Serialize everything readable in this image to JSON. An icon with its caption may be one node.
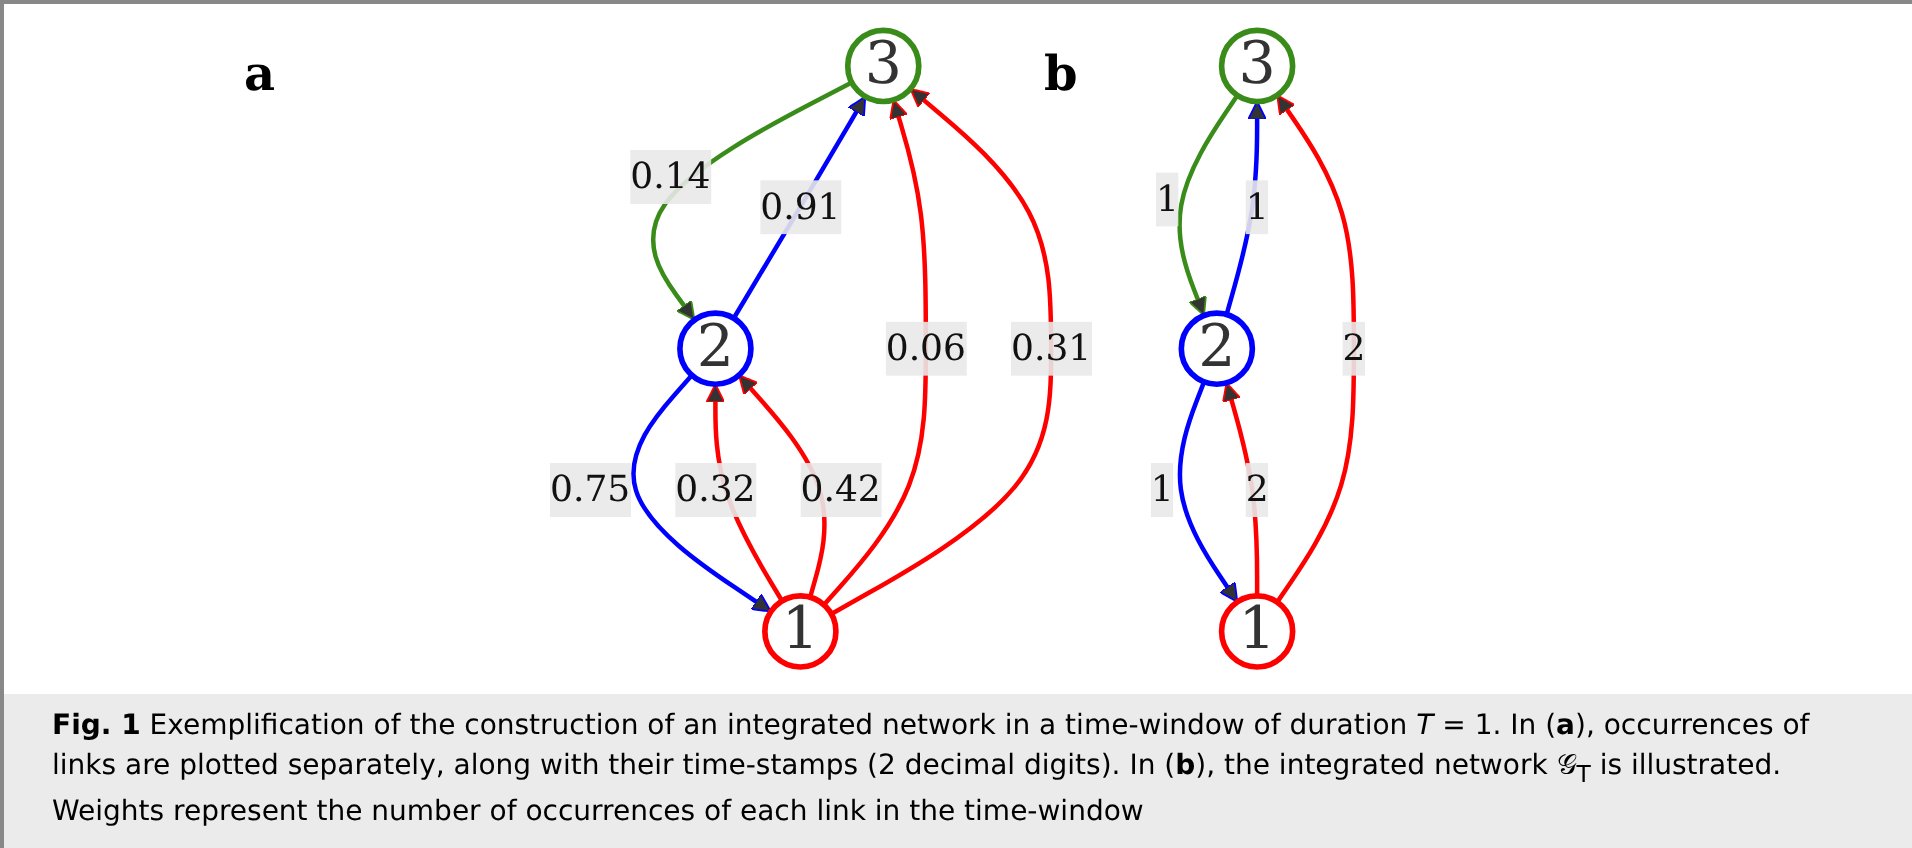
{
  "diagram": {
    "caption": "**Fig. 1** Exemplification of the construction of an integrated network in a time-window of duration *T* = 1. In (**a**), occurrences of links are plotted separately, along with their time-stamps (2 decimal digits). In (**b**), the integrated network 𝒢$_{T}$ is illustrated. Weights represent the number of occurrences of each link in the time-window",
    "nodes": [
      {
        "text": [
          "3"
        ]
      },
      {
        "text": [
          "1"
        ]
      },
      {
        "text": [
          "2"
        ]
      },
      {
        "text": [
          "3"
        ]
      },
      {
        "text": [
          "1"
        ]
      },
      {
        "text": [
          "2"
        ]
      }
    ],
    "edges": [
      {
        "from": 1,
        "to": 0,
        "arrow": "to",
        "label": "0.06"
      },
      {
        "from": 1,
        "to": 0,
        "arrow": "to",
        "label": "0.31"
      },
      {
        "from": 2,
        "to": 0,
        "arrow": "to",
        "label": "0.91",
        "color": "#0000ff"
      },
      {
        "from": 0,
        "to": 2,
        "arrow": "to",
        "label": "0.14",
        "color": "#3a8c1a"
      },
      {
        "from": 1,
        "to": 2,
        "arrow": "to",
        "label": "0.32"
      },
      {
        "from": 1,
        "to": 2,
        "arrow": "to",
        "label": "0.42"
      },
      {
        "from": 2,
        "to": 1,
        "arrow": "to",
        "label": "0.75",
        "color": "#0000ff"
      },
      {
        "from": 4,
        "to": 3,
        "arrow": "to",
        "label": "2"
      },
      {
        "from": 5,
        "to": 3,
        "arrow": "to",
        "label": "1",
        "color": "#0000ff"
      },
      {
        "from": 3,
        "to": 5,
        "arrow": "to",
        "label": "1",
        "color": "#3a8c1a"
      },
      {
        "from": 4,
        "to": 5,
        "arrow": "to",
        "label": "2"
      },
      {
        "from": 5,
        "to": 4,
        "arrow": "to",
        "label": "1",
        "color": "#0000ff"
      }
    ],
    "labels": [
      "a",
      "b"
    ]
  }
}
